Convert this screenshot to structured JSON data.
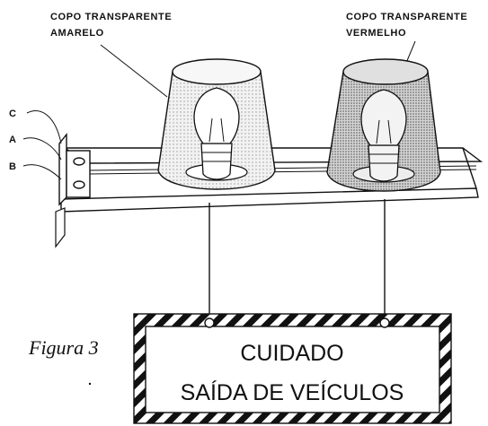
{
  "labels": {
    "yellow_cup": [
      "COPO TRANSPARENTE",
      "AMARELO"
    ],
    "red_cup": [
      "COPO TRANSPARENTE",
      "VERMELHO"
    ],
    "terminals": [
      "C",
      "A",
      "B"
    ]
  },
  "caption": "Figura 3",
  "sign": {
    "line1": "CUIDADO",
    "line2": "SAÍDA DE VEÍCULOS"
  },
  "colors": {
    "ink": "#111111",
    "yellow_tint": "#e6e6e6",
    "red_tint": "#bdbdbd"
  }
}
